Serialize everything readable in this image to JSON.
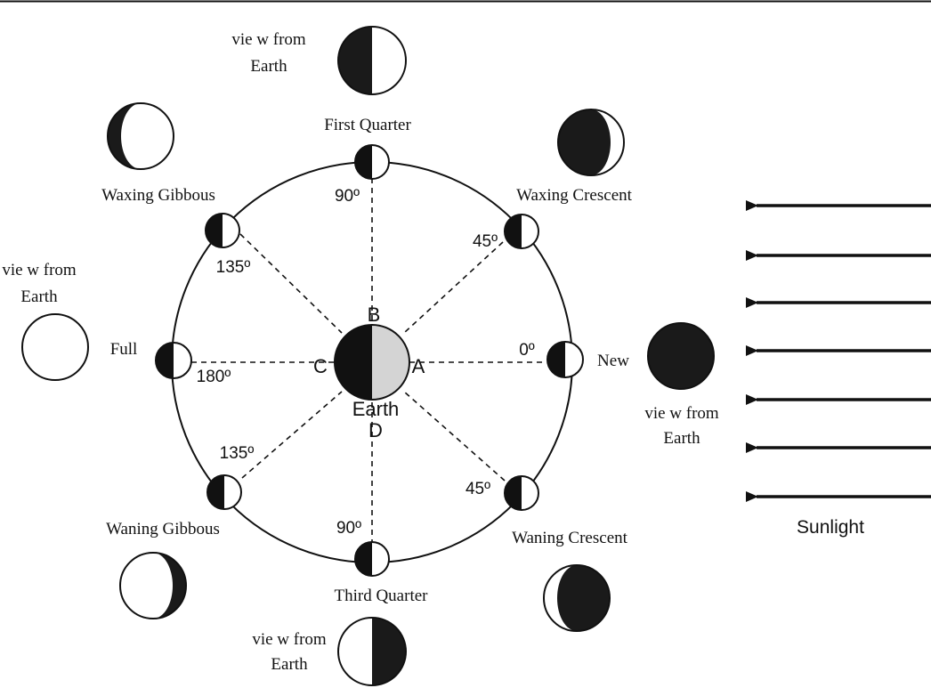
{
  "colors": {
    "ink": "#111111",
    "moon_dark": "#1a1a1a",
    "earth_light": "#d4d4d4",
    "background": "#ffffff"
  },
  "phases": {
    "first_quarter": "First Quarter",
    "waxing_crescent": "Waxing Crescent",
    "waxing_gibbous": "Waxing Gibbous",
    "full": "Full",
    "new": "New",
    "waning_gibbous": "Waning Gibbous",
    "waning_crescent": "Waning Crescent",
    "third_quarter": "Third Quarter"
  },
  "view_label": {
    "line1": "vie w from",
    "line2": "Earth"
  },
  "angles": {
    "top": "90º",
    "top_right": "45º",
    "top_left": "135º",
    "left": "180º",
    "right": "0º",
    "bottom_left": "135º",
    "bottom_right": "45º",
    "bottom": "90º"
  },
  "points": {
    "a": "A",
    "b": "B",
    "c": "C",
    "d": "D"
  },
  "earth_label": "Earth",
  "sunlight_label": "Sunlight"
}
